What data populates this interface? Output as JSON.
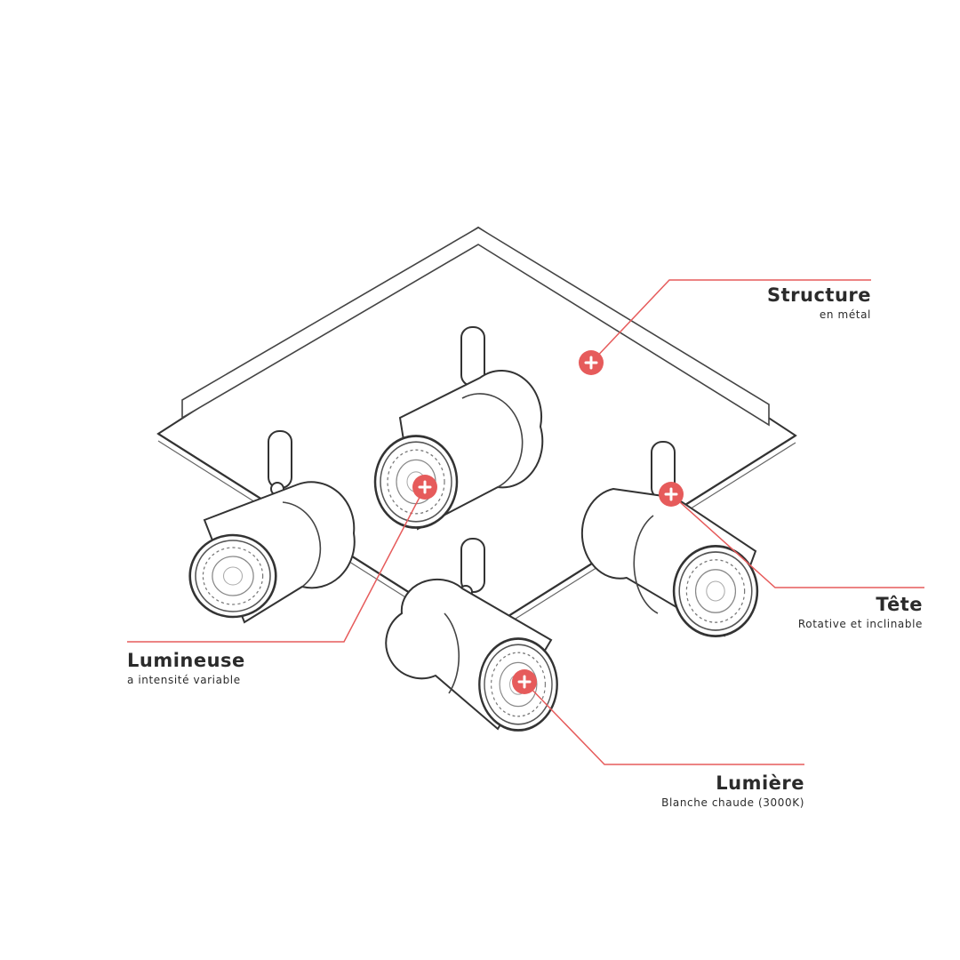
{
  "accent_color": "#e65b5b",
  "line_color": "#3a3a3a",
  "callouts": {
    "structure": {
      "title": "Structure",
      "subtitle": "en métal"
    },
    "tete": {
      "title": "Tête",
      "subtitle": "Rotative et inclinable"
    },
    "lumineuse": {
      "title": "Lumineuse",
      "subtitle": "a intensité variable"
    },
    "lumiere": {
      "title": "Lumière",
      "subtitle": "Blanche chaude (3000K)"
    }
  }
}
